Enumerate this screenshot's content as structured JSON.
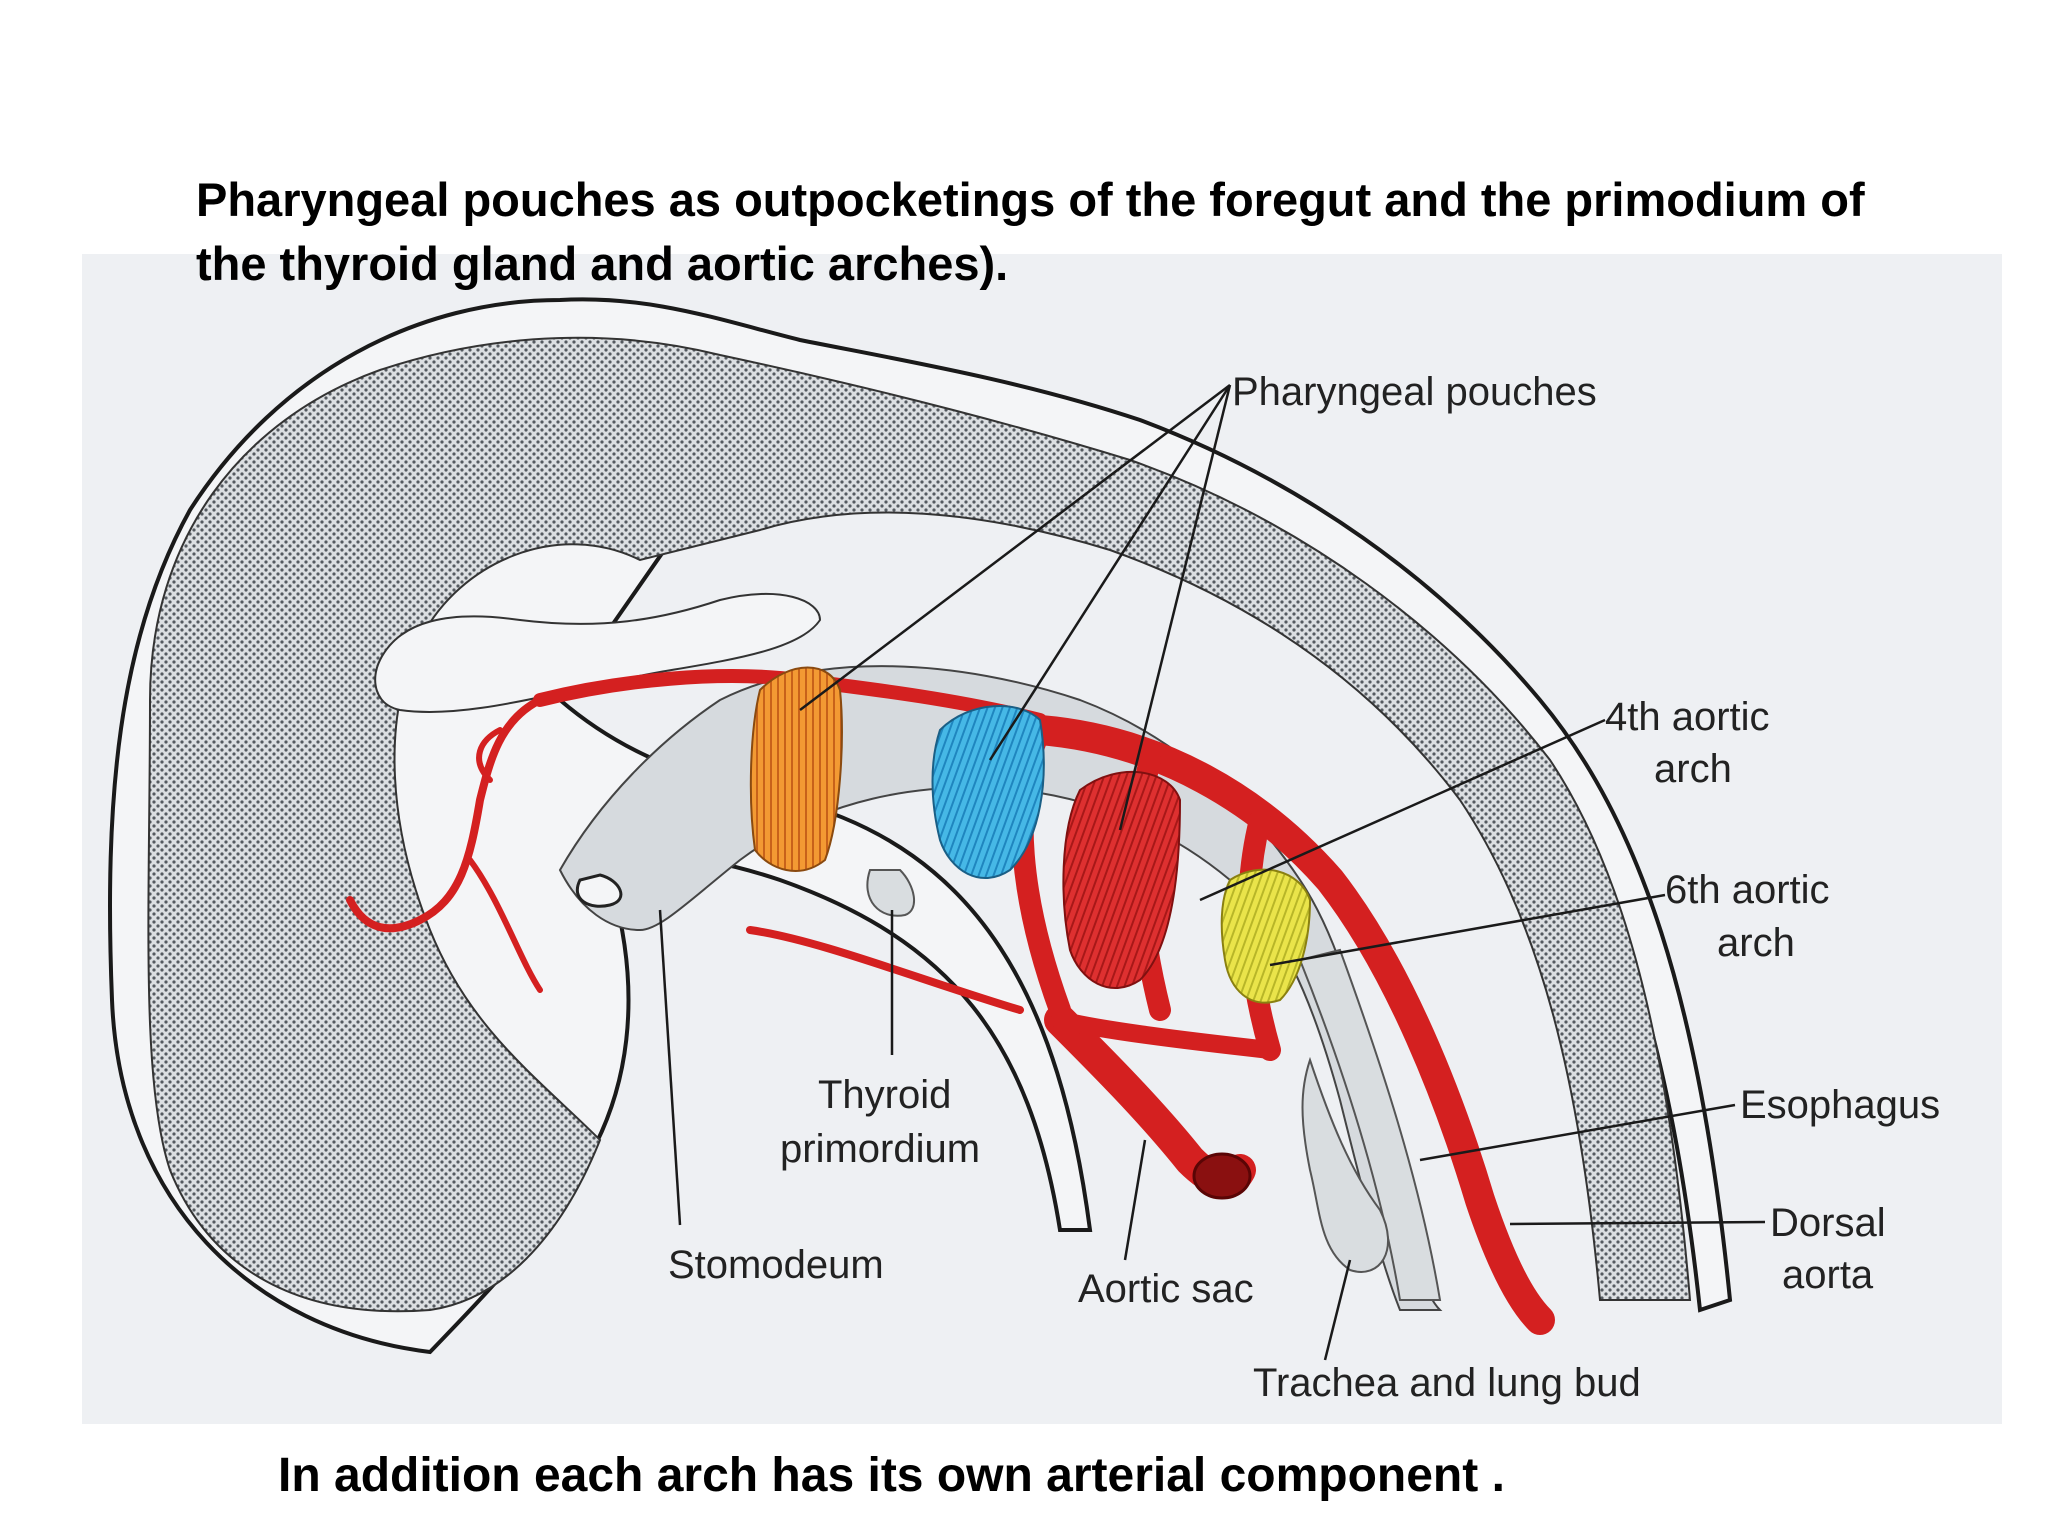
{
  "slide": {
    "title_line1": "Pharyngeal pouches as outpocketings of the foregut and the primodium of",
    "title_line2": "the thyroid gland and aortic arches).",
    "caption": "In addition each arch has its own arterial component ."
  },
  "diagram": {
    "labels": {
      "pharyngeal_pouches": "Pharyngeal pouches",
      "fourth_arch_line1": "4th aortic",
      "fourth_arch_line2": "arch",
      "sixth_arch_line1": "6th aortic",
      "sixth_arch_line2": "arch",
      "esophagus": "Esophagus",
      "dorsal_aorta_line1": "Dorsal",
      "dorsal_aorta_line2": "aorta",
      "thyroid_line1": "Thyroid",
      "thyroid_line2": "primordium",
      "stomodeum": "Stomodeum",
      "aortic_sac": "Aortic sac",
      "trachea": "Trachea and lung bud"
    },
    "colors": {
      "pouch_1": "#f0902c",
      "pouch_2": "#3ab0e0",
      "pouch_3": "#d82a2a",
      "pouch_4": "#e8e040",
      "artery": "#d42020",
      "background_panel": "#eef0f3",
      "tissue_stipple": "#b8bcc0"
    }
  }
}
